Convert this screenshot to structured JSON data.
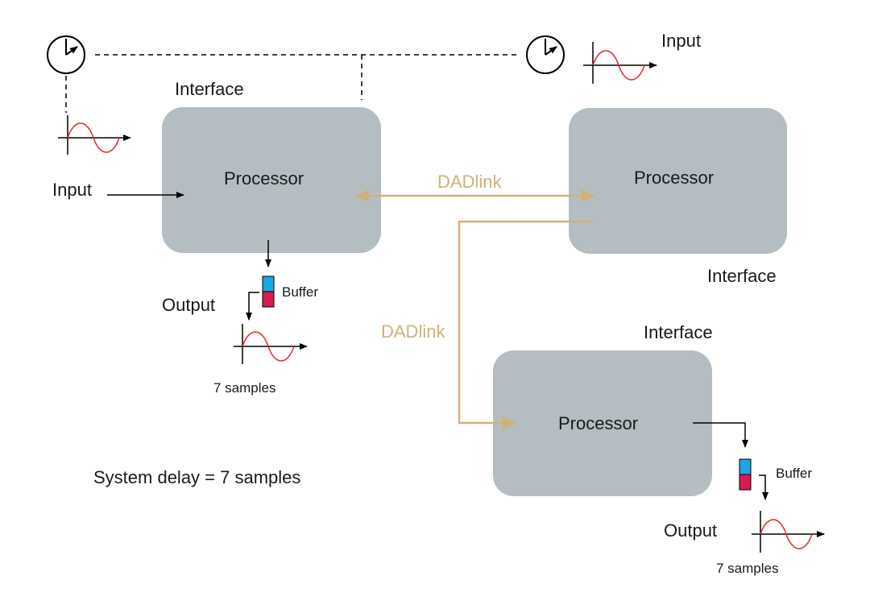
{
  "colors": {
    "processor_fill": "#b4bec2",
    "dadlink": "#cfb27a",
    "sine": "#e0282e",
    "buffer_top": "#1ea6e0",
    "buffer_bottom": "#d81b52",
    "line": "#000000"
  },
  "left": {
    "interface_label": "Interface",
    "processor_label": "Processor",
    "input_label": "Input",
    "output_label": "Output",
    "buffer_label": "Buffer",
    "samples_label": "7 samples"
  },
  "right": {
    "interface_label": "Interface",
    "processor_label": "Processor",
    "input_label": "Input"
  },
  "bottom": {
    "interface_label": "Interface",
    "processor_label": "Processor",
    "output_label": "Output",
    "buffer_label": "Buffer",
    "samples_label": "7 samples"
  },
  "links": {
    "horizontal_label": "DADlink",
    "vertical_label": "DADlink"
  },
  "system_delay_label": "System delay = 7 samples",
  "icons": [
    "clock-icon",
    "sine-wave-icon",
    "buffer-icon"
  ]
}
